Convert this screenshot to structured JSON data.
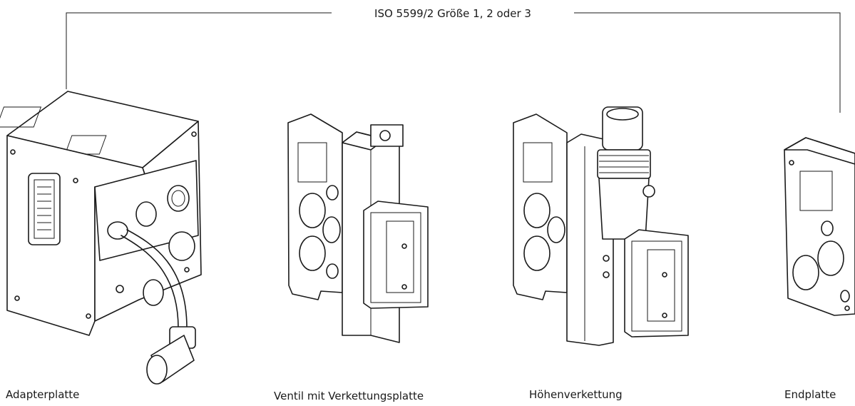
{
  "header": {
    "title": "ISO 5599/2 Größe 1, 2 oder 3"
  },
  "components": [
    {
      "label": "Adapterplatte"
    },
    {
      "label": "Ventil mit Verkettungsplatte"
    },
    {
      "label": "Höhenverkettung"
    },
    {
      "label": "Endplatte"
    }
  ],
  "colors": {
    "line": "#1a1a1a",
    "background": "#ffffff"
  }
}
